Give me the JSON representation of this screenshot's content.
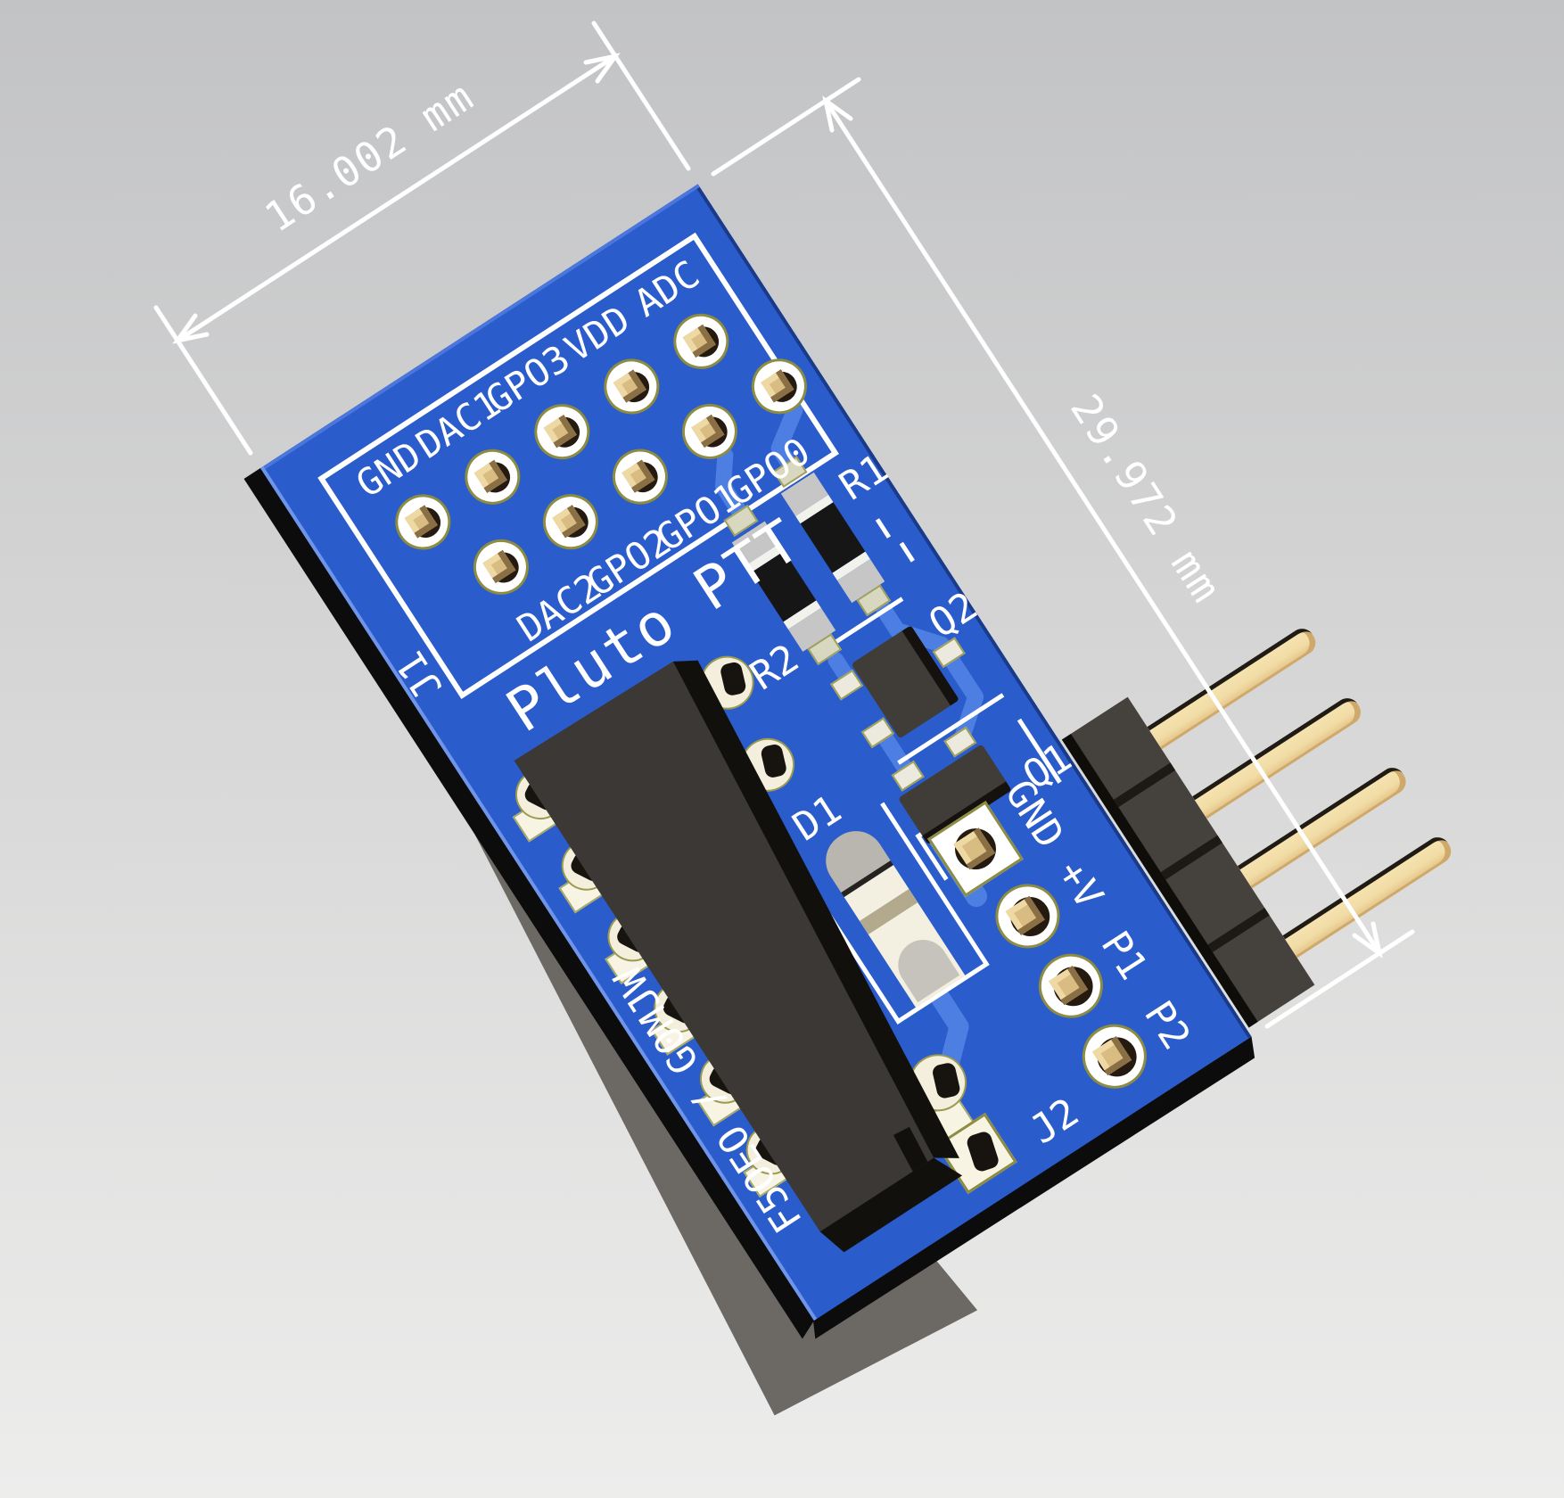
{
  "viewer": {
    "type": "pcb-3d-render"
  },
  "dimensions": {
    "width": {
      "label": "16.002 mm"
    },
    "height": {
      "label": "29.972 mm"
    }
  },
  "board": {
    "title": "Pluto PTT",
    "attribution": "F5OEO / G0MJW"
  },
  "j1": {
    "ref": "J1",
    "row1_labels": [
      "GND",
      "DAC1",
      "GPO3",
      "VDD",
      "ADC"
    ],
    "row2_labels": [
      "DAC2",
      "GPO2",
      "GPO1",
      "GPO0"
    ]
  },
  "j2": {
    "ref": "J2",
    "pin_labels": [
      "GND",
      "+V",
      "P1",
      "P2"
    ]
  },
  "refs": {
    "r1": "R1",
    "r2": "R2",
    "q1": "Q1",
    "q2": "Q2",
    "d1": "D1"
  },
  "colors": {
    "board": "#2b5ccb",
    "trace": "#4d7fe3",
    "silk": "#ffffff",
    "background_top": "#c2c3c5",
    "background_bottom": "#ededec",
    "connector": "#3b3835",
    "connector_side": "#6c6965",
    "gold_pin": "#f1dca6",
    "pad_gold": "#d9bc82",
    "dimension": "#ffffff"
  }
}
